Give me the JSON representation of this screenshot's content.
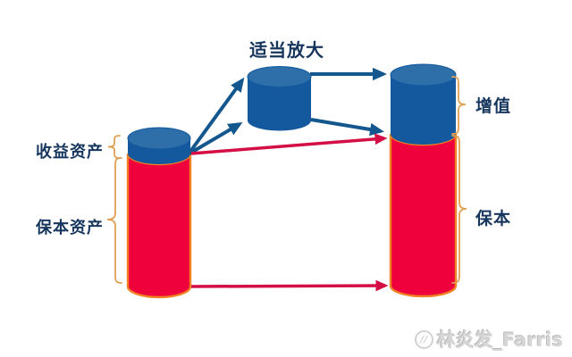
{
  "diagram": {
    "title": "适当放大",
    "left_labels": [
      {
        "label": "收益资产"
      },
      {
        "label": "保本资产"
      }
    ],
    "right_labels": [
      {
        "label": "增值"
      },
      {
        "label": "保本"
      }
    ],
    "watermark": {
      "icon": "circle-slashes-icon",
      "icon_glyph": "//",
      "text": "林炎发_Farris"
    },
    "colors": {
      "cylinder_blue": "#14599E",
      "cylinder_blue_top": "#2E6FA9",
      "cylinder_blue_mid": "#2468A6",
      "cylinder_red": "#EF013C",
      "outline_orange": "#F08224",
      "arrow_blue": "#14578F",
      "arrow_red": "#D40F45",
      "brace_tan": "#DFA053",
      "label_navy": "#17365D"
    }
  }
}
